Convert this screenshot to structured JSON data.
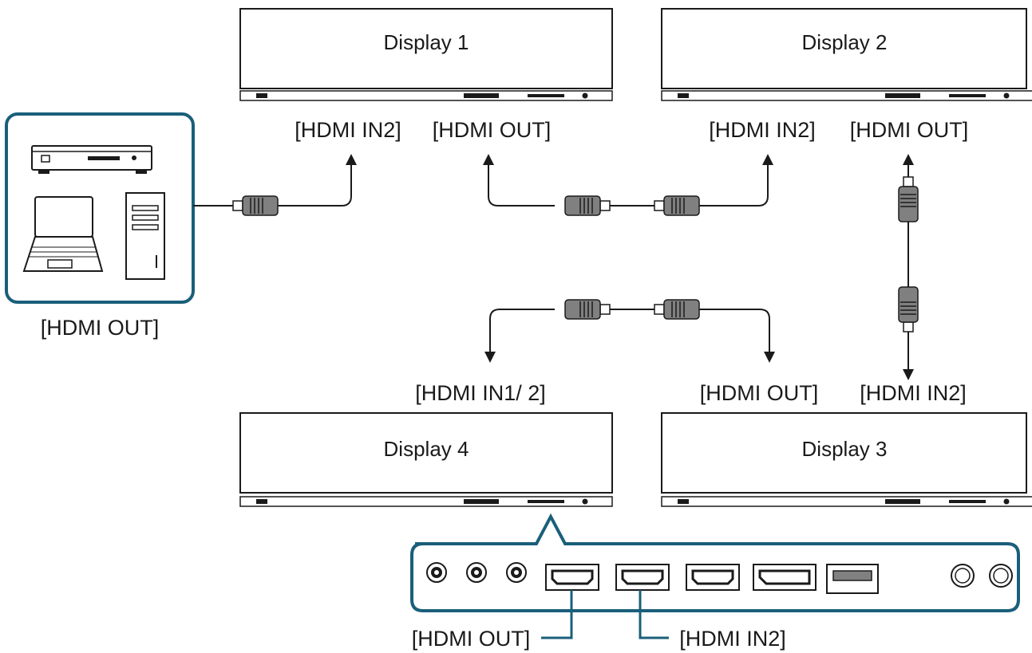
{
  "displays": {
    "d1": "Display 1",
    "d2": "Display 2",
    "d3": "Display 3",
    "d4": "Display 4"
  },
  "labels": {
    "source_out": "[HDMI OUT]",
    "d1_in": "[HDMI IN2]",
    "d1_out": "[HDMI OUT]",
    "d2_in": "[HDMI IN2]",
    "d2_out": "[HDMI OUT]",
    "d4_in": "[HDMI IN1/ 2]",
    "d3_out": "[HDMI OUT]",
    "d3_in": "[HDMI IN2]",
    "panel_out": "[HDMI OUT]",
    "panel_in": "[HDMI IN2]"
  },
  "colors": {
    "accent_frame": "#1a5f7a",
    "line": "#1a1a1a",
    "connector": "#7a7a7a"
  },
  "icons": [
    "dvd-player-icon",
    "laptop-icon",
    "desktop-tower-icon",
    "hdmi-connector-icon",
    "audio-jack-icon",
    "hdmi-port-icon",
    "displayport-icon",
    "usb-port-icon"
  ]
}
